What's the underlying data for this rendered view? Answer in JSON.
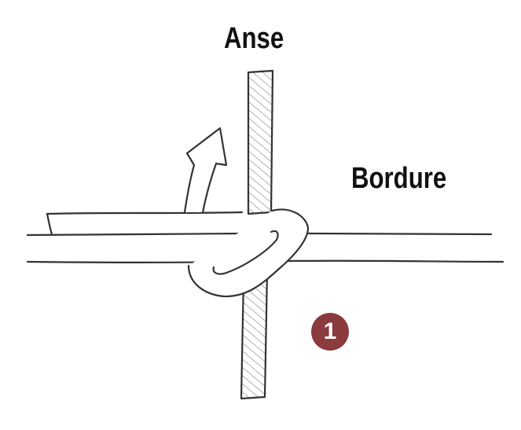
{
  "labels": {
    "loop": "Anse",
    "edge": "Bordure"
  },
  "step_badge": {
    "number": "1",
    "color": "#8b3a3e"
  },
  "icons": {
    "arrow": "curved-arrow-up-icon"
  }
}
